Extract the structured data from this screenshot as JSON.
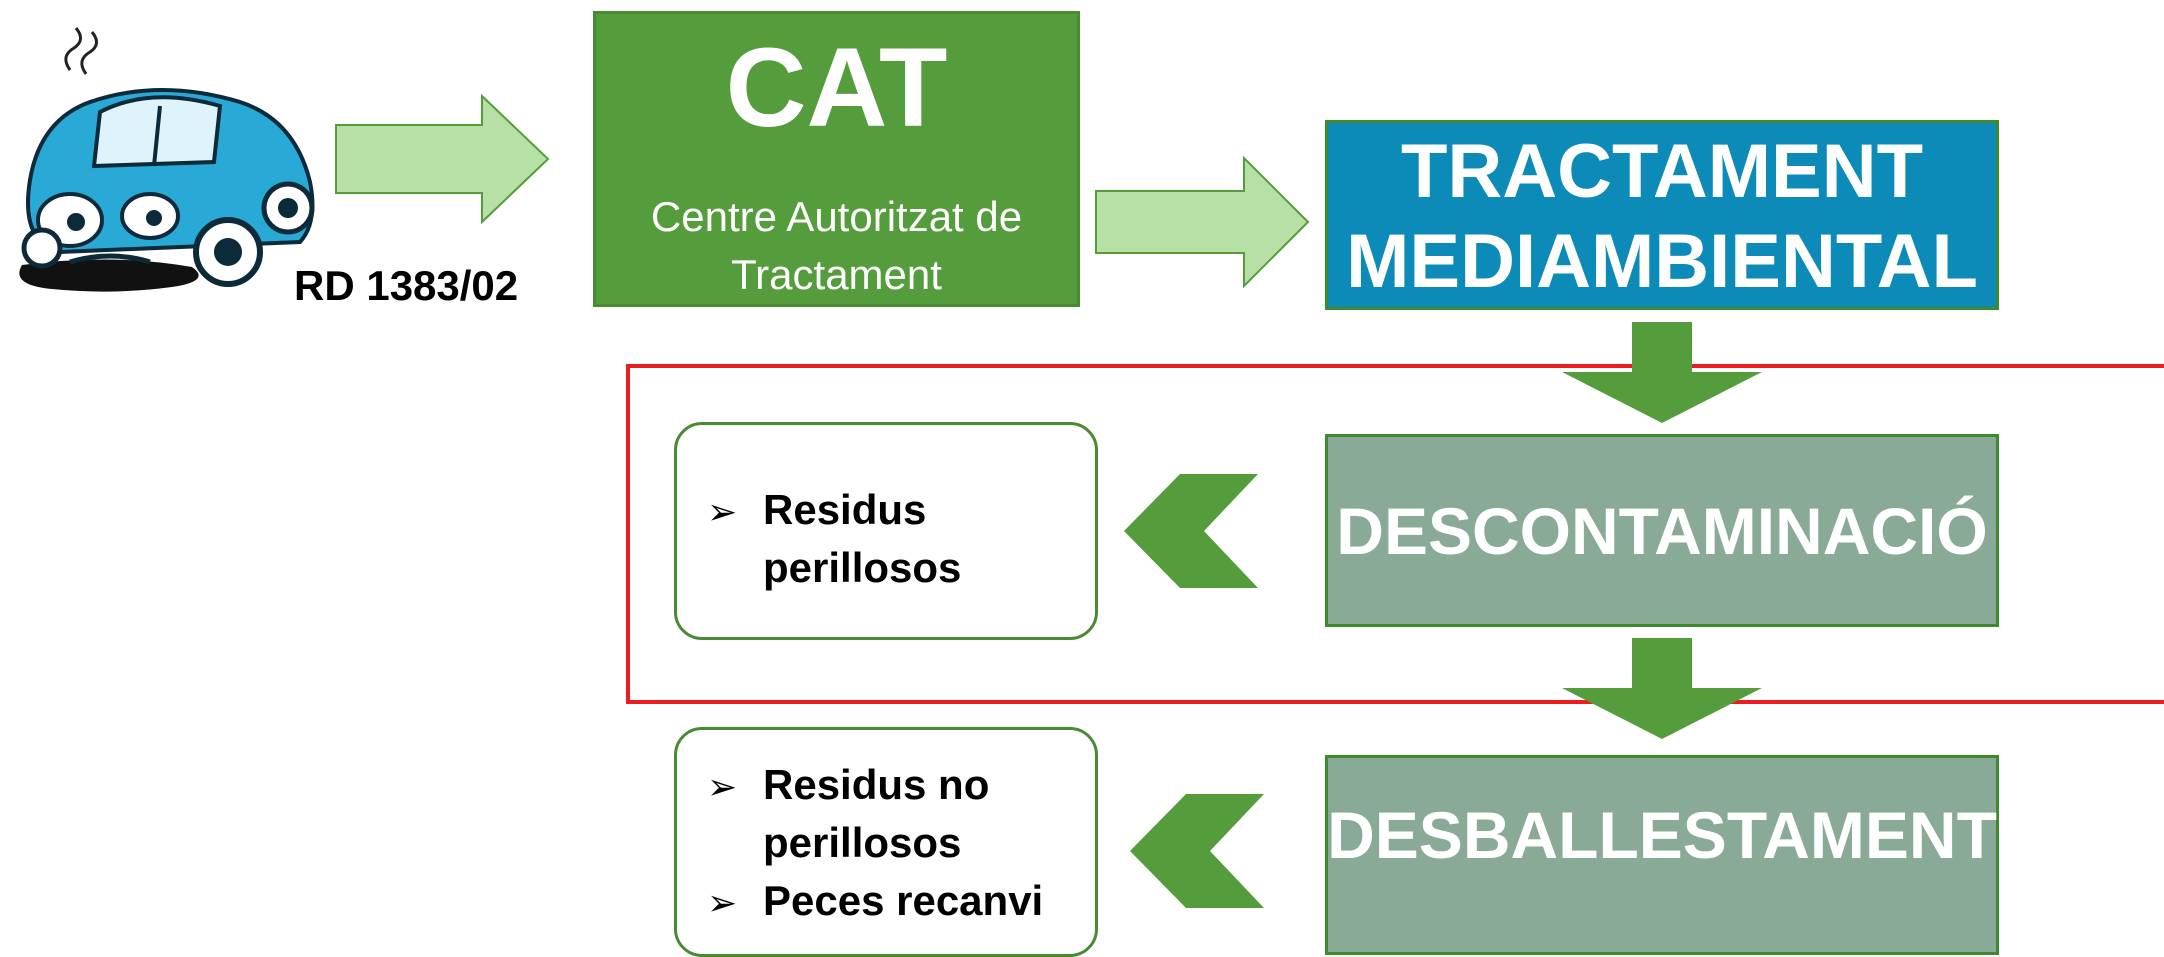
{
  "flow": {
    "regulation": "RD 1383/02",
    "cat": {
      "title": "CAT",
      "subtitle": "Centre Autoritzat de Tractament"
    },
    "treatment": {
      "line1": "TRACTAMENT",
      "line2": "MEDIAMBIENTAL"
    },
    "decontamination": {
      "label": "DESCONTAMINACIÓ"
    },
    "dismantling": {
      "label": "DESBALLESTAMENT"
    },
    "outputs_decontamination": [
      "Residus perillosos"
    ],
    "outputs_dismantling": [
      "Residus no perillosos",
      "Peces recanvi"
    ]
  },
  "icons": [
    "broken-car-icon",
    "arrow-right-icon",
    "arrow-down-icon",
    "chevron-left-icon",
    "bullet-arrow-icon"
  ],
  "colors": {
    "green_dark": "#559d3c",
    "green_light": "#b6e0a6",
    "blue": "#0c8ab8",
    "grey_green": "#88aa96",
    "red_frame": "#ee1c1c"
  }
}
